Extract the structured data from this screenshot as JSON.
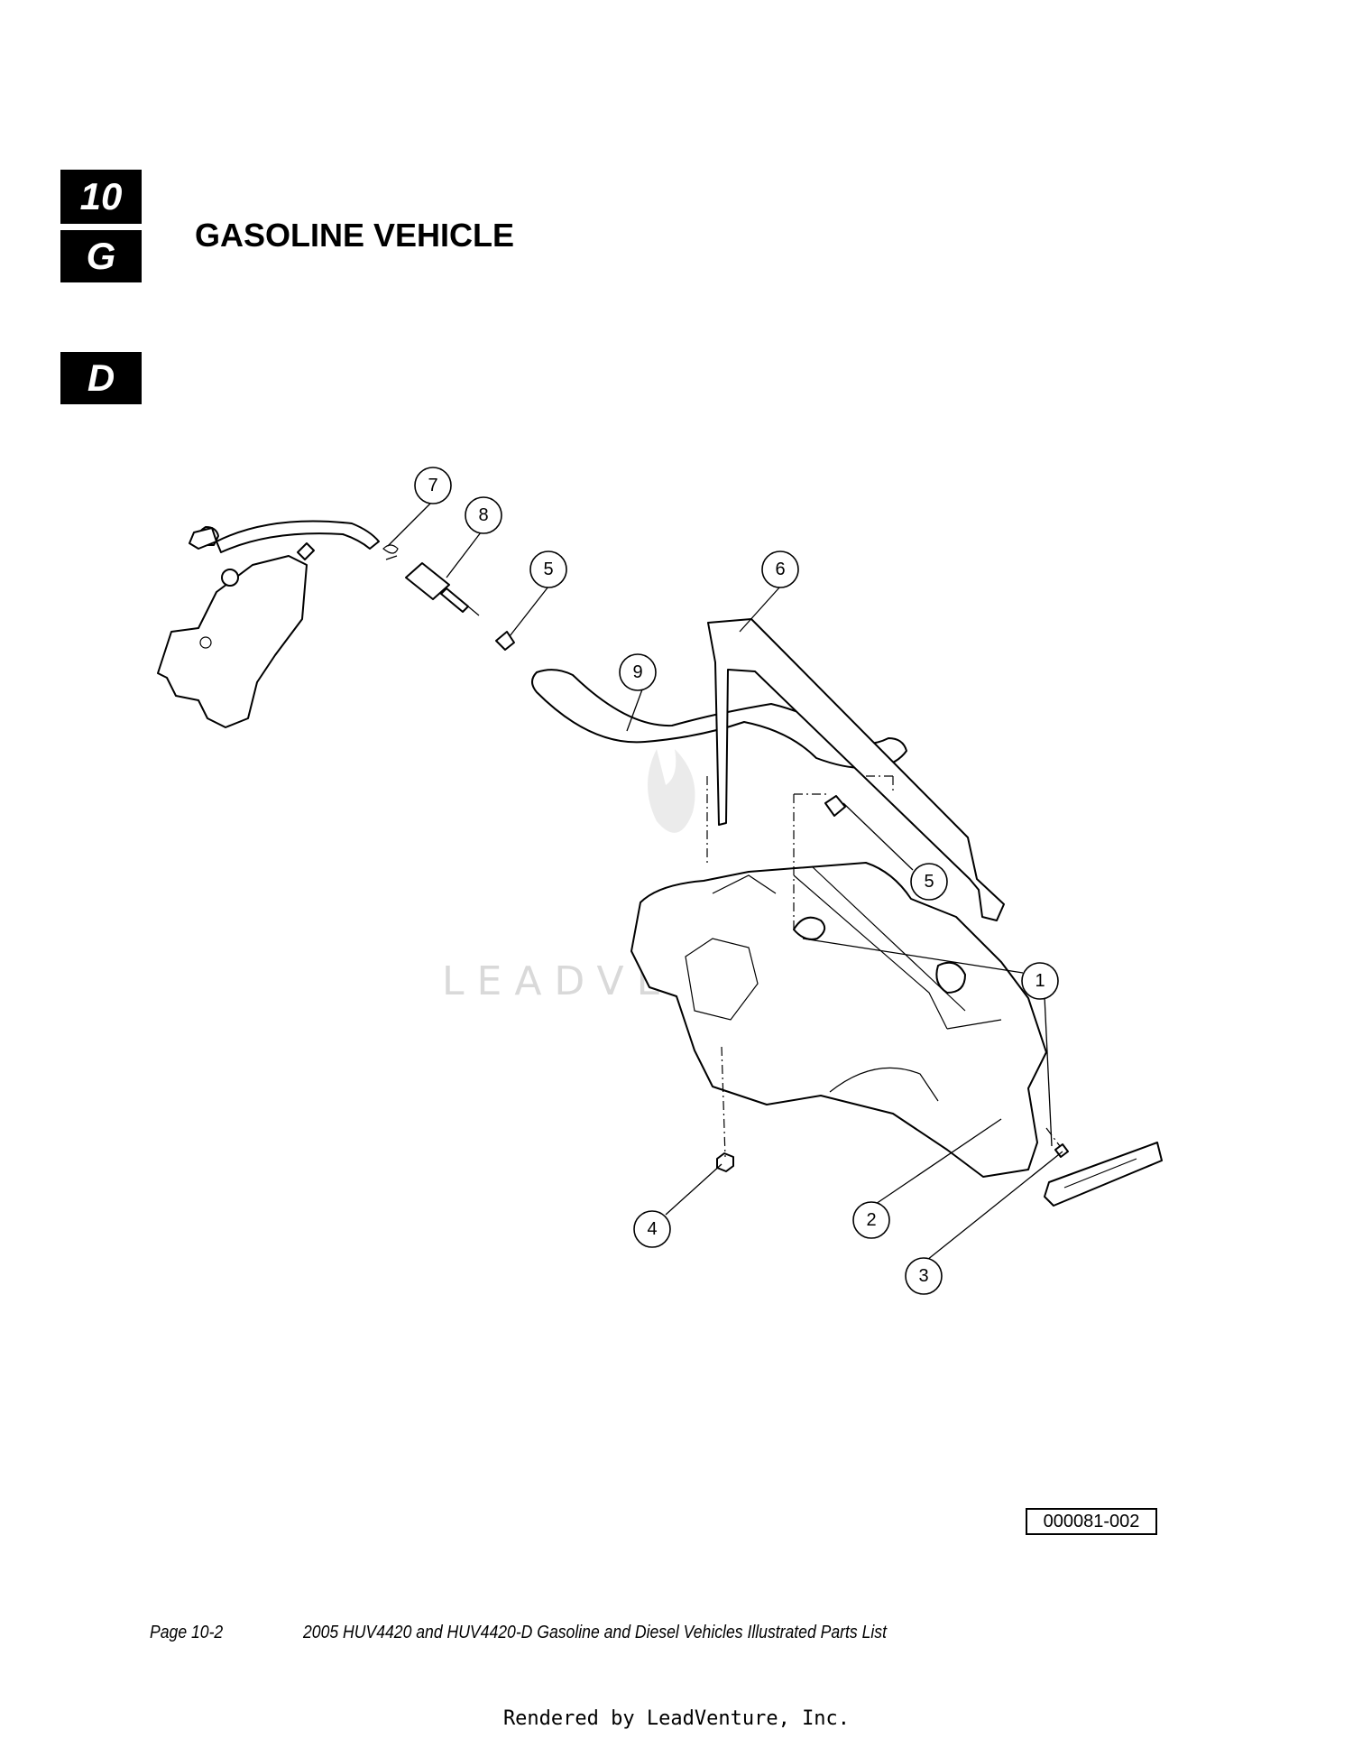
{
  "tabs": {
    "chapter": "10",
    "gasoline": "G",
    "diesel": "D"
  },
  "section_title": "GASOLINE VEHICLE",
  "callouts": {
    "c1": "1",
    "c2": "2",
    "c3": "3",
    "c4": "4",
    "c5a": "5",
    "c5b": "5",
    "c6": "6",
    "c7": "7",
    "c8": "8",
    "c9": "9"
  },
  "watermark": "LEADVENTURE",
  "drawing_code": "000081-002",
  "footer": {
    "page": "Page 10-2",
    "manual_title": "2005 HUV4420 and HUV4420-D Gasoline and Diesel Vehicles Illustrated Parts List"
  },
  "rendered_by": "Rendered by LeadVenture, Inc."
}
